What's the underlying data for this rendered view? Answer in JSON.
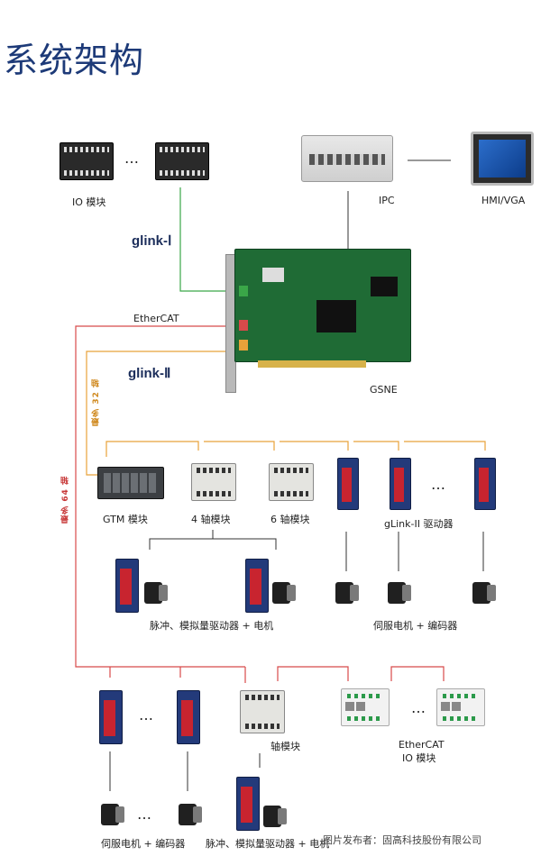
{
  "title": "系统架构",
  "labels": {
    "io_module": "IO 模块",
    "ipc": "IPC",
    "hmi": "HMI/VGA",
    "glink1": "glink-Ⅰ",
    "ethercat": "EtherCAT",
    "glink2": "glink-Ⅱ",
    "gsne": "GSNE",
    "max32": "最多 32 轴",
    "max64": "最多 64 轴",
    "gtm": "GTM 模块",
    "axis4": "4 轴模块",
    "axis6": "6 轴模块",
    "glink2_driver": "gLink-II 驱动器",
    "pulse_analog_driver_motor": "脉冲、模拟量驱动器 + 电机",
    "servo_motor_encoder": "伺服电机 + 编码器",
    "axis_module": "轴模块",
    "ethercat_io_line1": "EtherCAT",
    "ethercat_io_line2": "IO 模块",
    "servo_motor_encoder_bottom": "伺服电机 + 编码器",
    "pulse_analog_driver_motor_bottom": "脉冲、模拟量驱动器 + 电机",
    "ellipsis": "…",
    "footer": "图片发布者：固高科技股份有限公司"
  },
  "colors": {
    "title": "#1d3a78",
    "glink1_wire": "#3aa648",
    "glink2_wire": "#e8a23a",
    "ethercat_wire": "#d84a4a",
    "black_wire": "#333333"
  },
  "icons": [
    "io-module-icon",
    "ipc-icon",
    "hmi-icon",
    "gsne-board-icon",
    "gtm-module-icon",
    "axis-module-icon",
    "servo-driver-icon",
    "servo-motor-icon",
    "ethercat-io-icon"
  ]
}
